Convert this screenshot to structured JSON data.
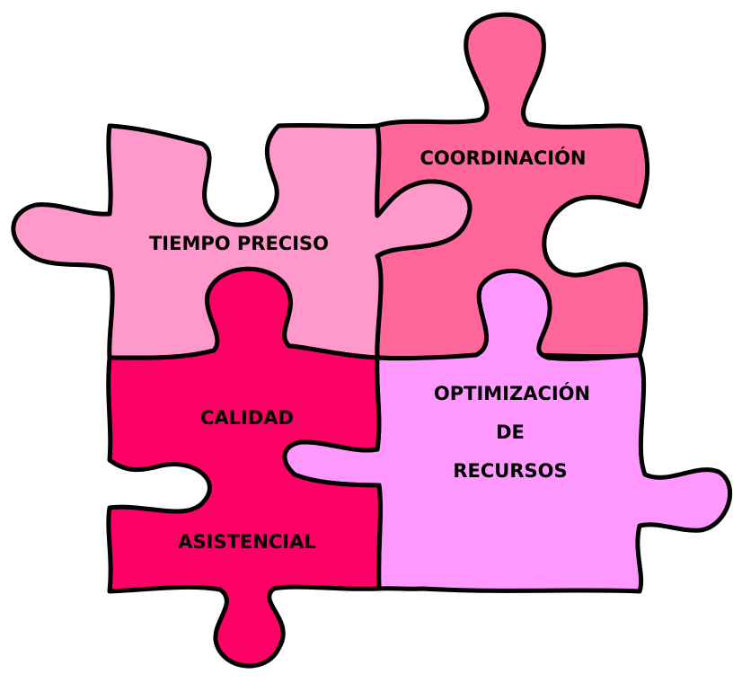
{
  "pieces": {
    "tiempo": {
      "color": "#ff99cc",
      "label": "TIEMPO PRECISO"
    },
    "coordinacion": {
      "color": "#ff6699",
      "label": "COORDINACIÓN"
    },
    "calidad": {
      "color": "#ff0066",
      "label_line1": "CALIDAD",
      "label_line2": "ASISTENCIAL"
    },
    "optimizacion": {
      "color": "#ff99ff",
      "label_line1": "OPTIMIZACIÓN",
      "label_line2": "DE",
      "label_line3": "RECURSOS"
    }
  }
}
